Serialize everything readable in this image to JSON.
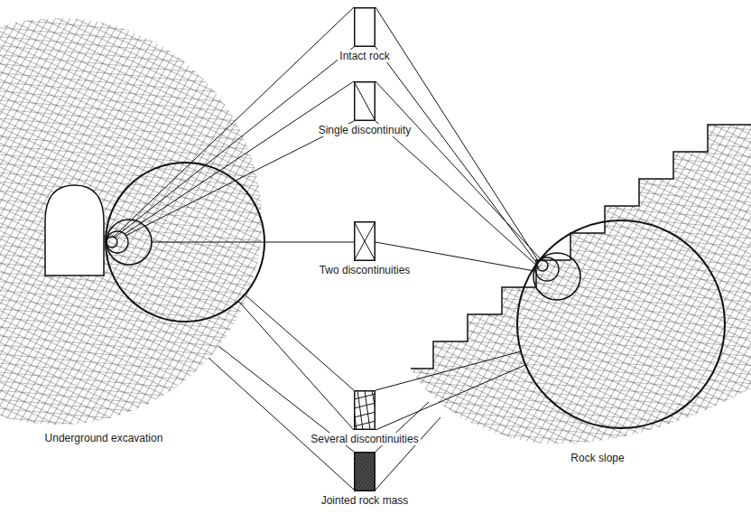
{
  "diagram": {
    "nodes": [
      {
        "text": [
          "Intact rock"
        ]
      },
      {
        "text": [
          "Single discontinuity"
        ]
      },
      {
        "text": [
          "Two discontinuities"
        ]
      },
      {
        "text": [
          "Several discontinuities"
        ]
      },
      {
        "text": [
          "Jointed rock mass"
        ]
      }
    ],
    "labels": [
      "Underground excavation",
      "Rock slope"
    ]
  }
}
